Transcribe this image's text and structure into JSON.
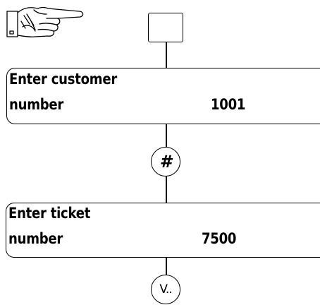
{
  "displays": [
    {
      "line1": "Enter customer",
      "line2": "number",
      "value": "1001"
    },
    {
      "line1": "Enter ticket",
      "line2": "number",
      "value": "7500"
    }
  ],
  "keys": {
    "top_key_icon": "blank-square-key",
    "hash_key_label": "#",
    "bottom_key_label": "V.."
  },
  "icons": {
    "pointer": "pointing-hand-icon"
  }
}
